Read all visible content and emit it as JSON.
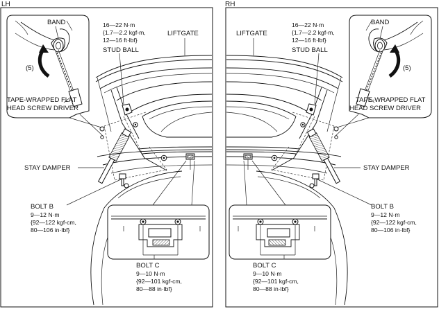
{
  "left": {
    "side_label": "LH",
    "liftgate": "LIFTGATE",
    "torque_stud": [
      "16—22 N·m",
      "{1.7—2.2 kgf-m,",
      "12—16 ft·lbf}"
    ],
    "stud_ball": "STUD BALL",
    "band": "BAND",
    "step": "(5)",
    "tool": [
      "TAPE-WRAPPED FLAT",
      "HEAD SCREW DRIVER"
    ],
    "stay_damper": "STAY DAMPER",
    "bolt_b": [
      "BOLT B",
      "9—12 N·m",
      "{92—122 kgf-cm,",
      "80—106 in·lbf}"
    ],
    "bolt_c": [
      "BOLT C",
      "9—10 N·m",
      "{92—101 kgf-cm,",
      "80—88 in·lbf}"
    ]
  },
  "right": {
    "side_label": "RH",
    "liftgate": "LIFTGATE",
    "torque_stud": [
      "16—22 N·m",
      "{1.7—2.2 kgf-m,",
      "12—16 ft·lbf}"
    ],
    "stud_ball": "STUD BALL",
    "band": "BAND",
    "step": "(5)",
    "tool": [
      "TAPE-WRAPPED FLAT",
      "HEAD SCREW DRIVER"
    ],
    "stay_damper": "STAY DAMPER",
    "bolt_b": [
      "BOLT B",
      "9—12 N·m",
      "{92—122 kgf-cm,",
      "80—106 in·lbf}"
    ],
    "bolt_c": [
      "BOLT C",
      "9—10 N·m",
      "{92—101 kgf-cm,",
      "80—88 in·lbf}"
    ]
  }
}
